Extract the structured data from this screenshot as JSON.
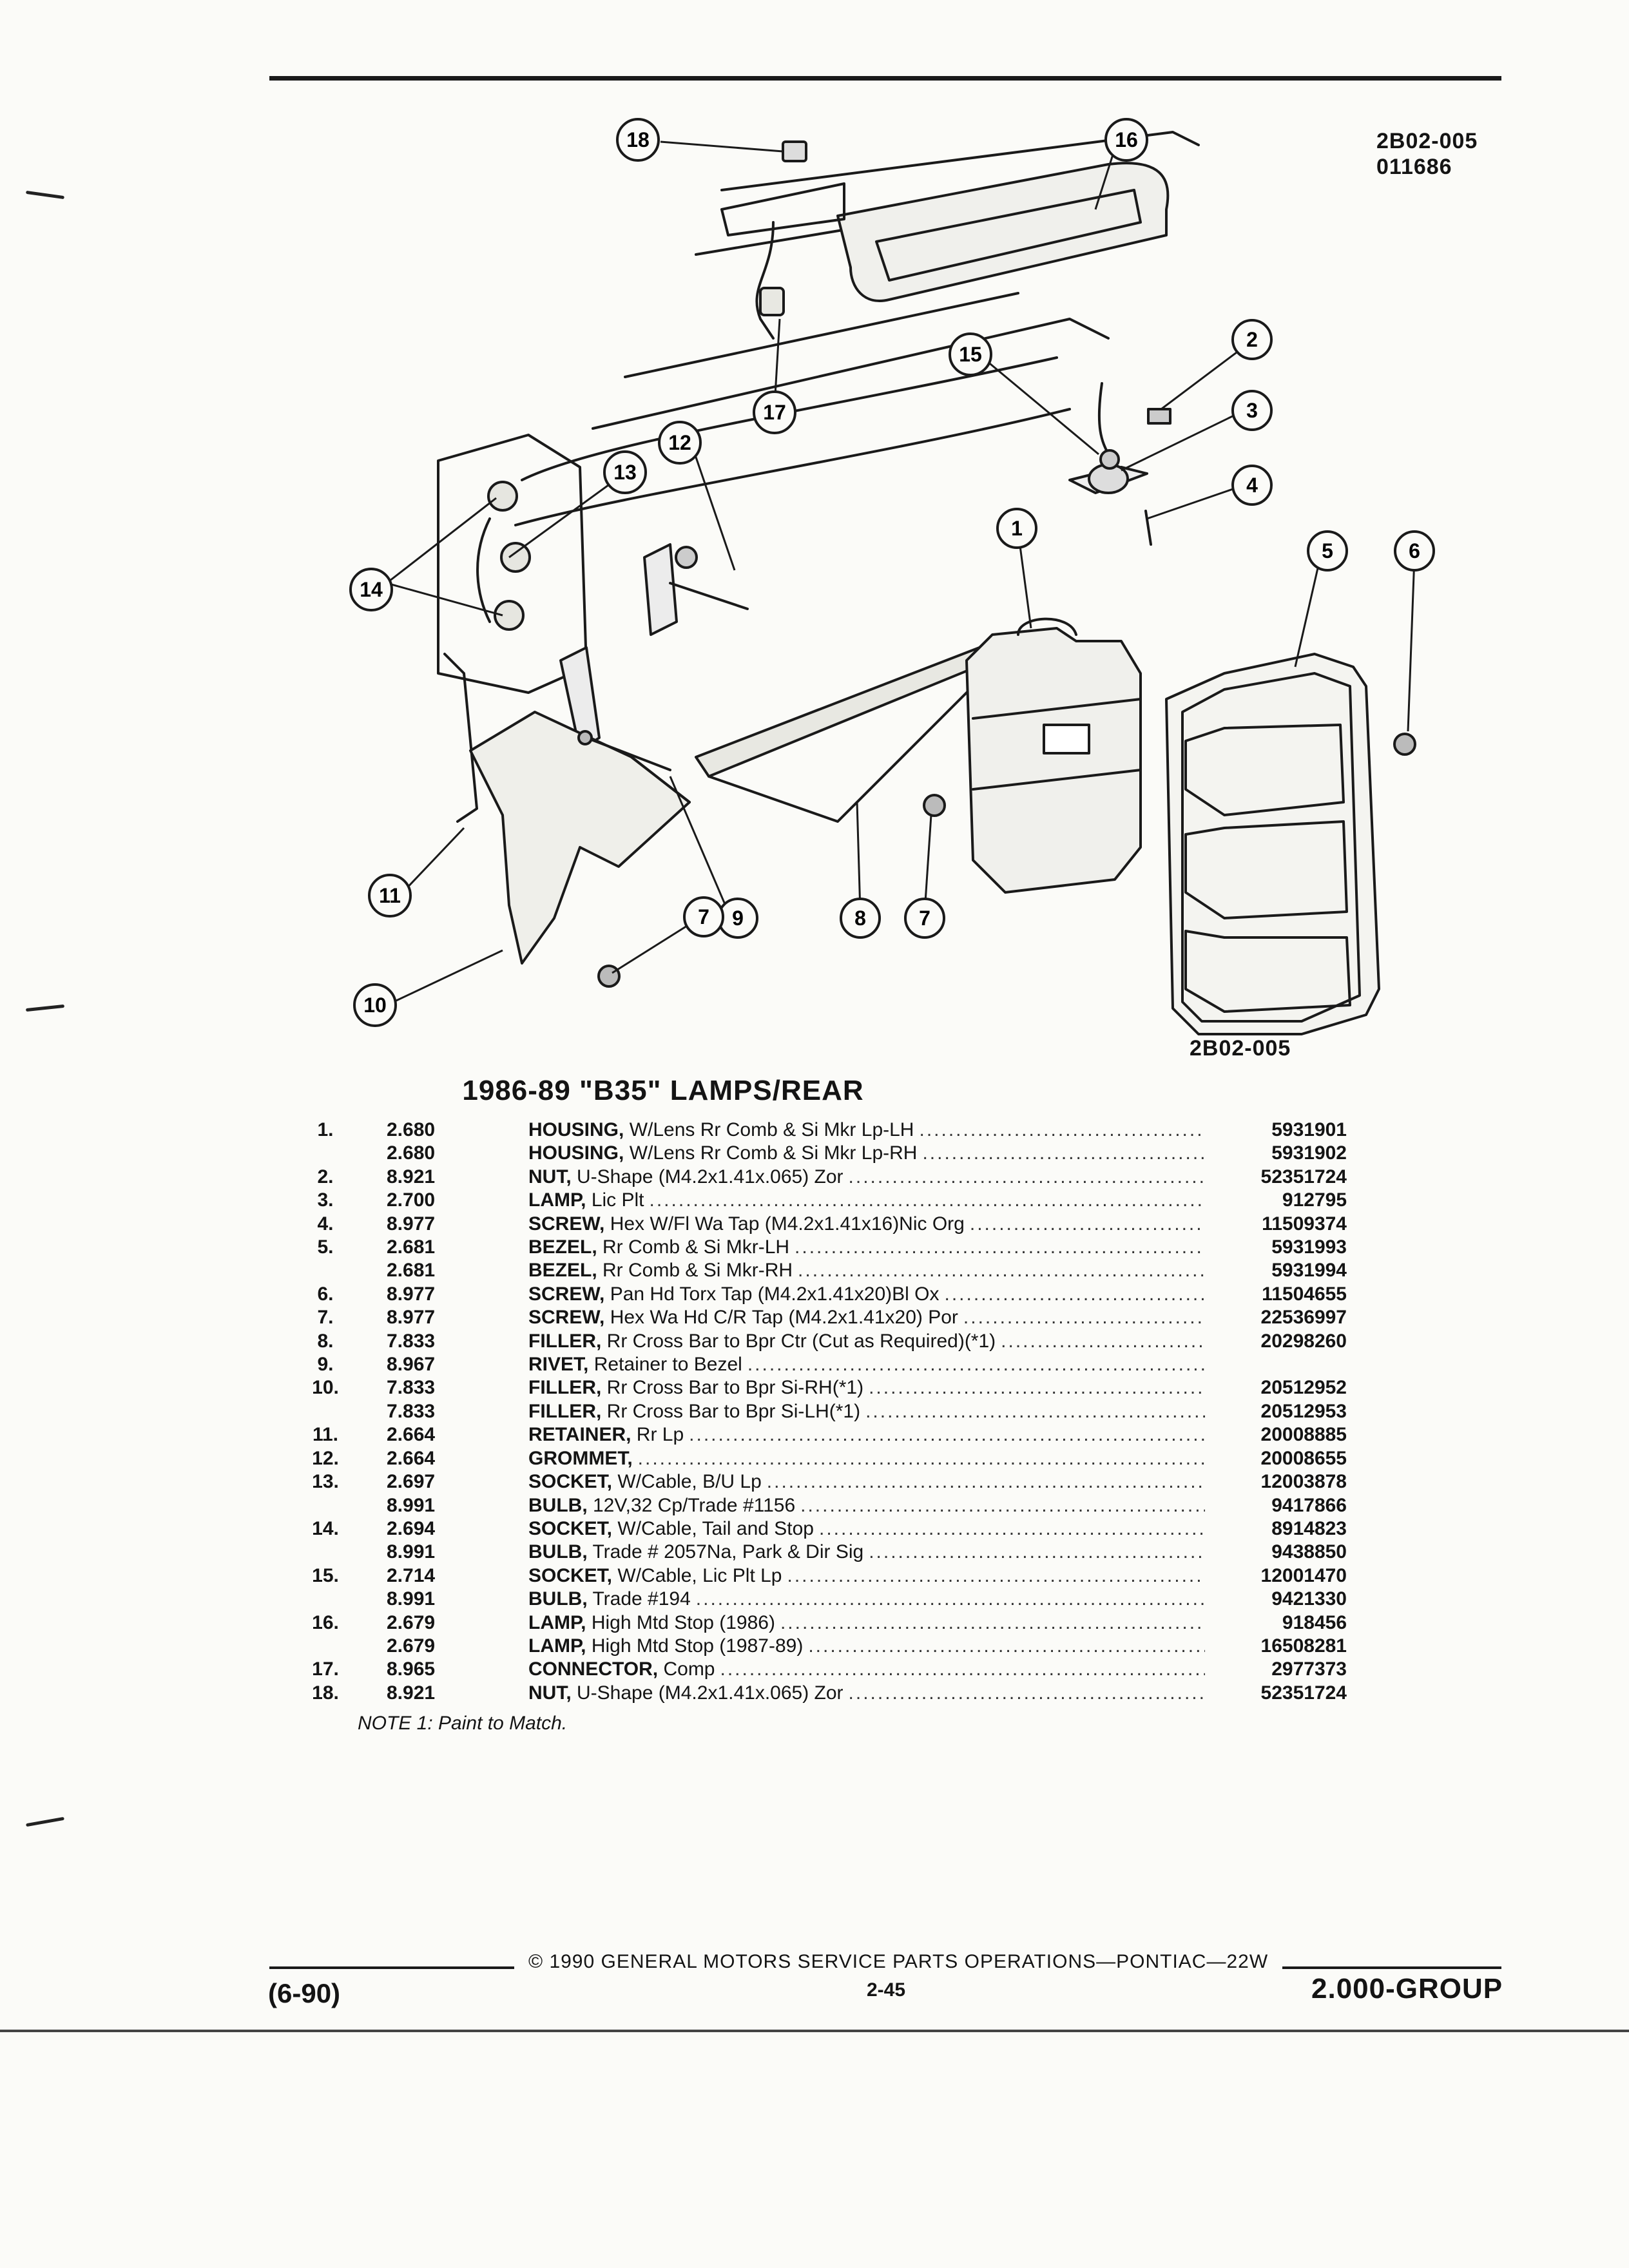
{
  "figure": {
    "code_top": "2B02-005",
    "date_code": "011686",
    "code_bottom": "2B02-005",
    "callouts": [
      "18",
      "16",
      "2",
      "15",
      "3",
      "17",
      "12",
      "4",
      "13",
      "1",
      "14",
      "5",
      "6",
      "11",
      "9",
      "8",
      "7",
      "10"
    ]
  },
  "title": "1986-89 \"B35\" LAMPS/REAR",
  "parts": [
    {
      "idx": "1.",
      "grp": "2.680",
      "name": "HOUSING,",
      "desc": "W/Lens Rr Comb & Si Mkr Lp-LH",
      "num": "5931901"
    },
    {
      "idx": "",
      "grp": "2.680",
      "name": "HOUSING,",
      "desc": "W/Lens Rr Comb & Si Mkr Lp-RH",
      "num": "5931902"
    },
    {
      "idx": "2.",
      "grp": "8.921",
      "name": "NUT,",
      "desc": "U-Shape (M4.2x1.41x.065) Zor",
      "num": "52351724"
    },
    {
      "idx": "3.",
      "grp": "2.700",
      "name": "LAMP,",
      "desc": "Lic Plt",
      "num": "912795"
    },
    {
      "idx": "4.",
      "grp": "8.977",
      "name": "SCREW,",
      "desc": "Hex W/Fl Wa Tap (M4.2x1.41x16)Nic Org",
      "num": "11509374"
    },
    {
      "idx": "5.",
      "grp": "2.681",
      "name": "BEZEL,",
      "desc": "Rr Comb & Si Mkr-LH",
      "num": "5931993"
    },
    {
      "idx": "",
      "grp": "2.681",
      "name": "BEZEL,",
      "desc": "Rr Comb & Si Mkr-RH",
      "num": "5931994"
    },
    {
      "idx": "6.",
      "grp": "8.977",
      "name": "SCREW,",
      "desc": "Pan Hd Torx Tap (M4.2x1.41x20)Bl Ox",
      "num": "11504655"
    },
    {
      "idx": "7.",
      "grp": "8.977",
      "name": "SCREW,",
      "desc": "Hex Wa Hd C/R Tap (M4.2x1.41x20) Por",
      "num": "22536997"
    },
    {
      "idx": "8.",
      "grp": "7.833",
      "name": "FILLER,",
      "desc": "Rr Cross Bar to Bpr Ctr (Cut as Required)(*1)",
      "num": "20298260"
    },
    {
      "idx": "9.",
      "grp": "8.967",
      "name": "RIVET,",
      "desc": "Retainer to Bezel",
      "num": ""
    },
    {
      "idx": "10.",
      "grp": "7.833",
      "name": "FILLER,",
      "desc": "Rr Cross Bar to Bpr Si-RH(*1)",
      "num": "20512952"
    },
    {
      "idx": "",
      "grp": "7.833",
      "name": "FILLER,",
      "desc": "Rr Cross Bar to Bpr Si-LH(*1)",
      "num": "20512953"
    },
    {
      "idx": "11.",
      "grp": "2.664",
      "name": "RETAINER,",
      "desc": "Rr Lp",
      "num": "20008885"
    },
    {
      "idx": "12.",
      "grp": "2.664",
      "name": "GROMMET,",
      "desc": "",
      "num": "20008655"
    },
    {
      "idx": "13.",
      "grp": "2.697",
      "name": "SOCKET,",
      "desc": "W/Cable, B/U Lp",
      "num": "12003878"
    },
    {
      "idx": "",
      "grp": "8.991",
      "name": "BULB,",
      "desc": "12V,32 Cp/Trade #1156",
      "num": "9417866"
    },
    {
      "idx": "14.",
      "grp": "2.694",
      "name": "SOCKET,",
      "desc": "W/Cable, Tail and Stop",
      "num": "8914823"
    },
    {
      "idx": "",
      "grp": "8.991",
      "name": "BULB,",
      "desc": "Trade # 2057Na, Park & Dir Sig",
      "num": "9438850"
    },
    {
      "idx": "15.",
      "grp": "2.714",
      "name": "SOCKET,",
      "desc": "W/Cable, Lic Plt Lp",
      "num": "12001470"
    },
    {
      "idx": "",
      "grp": "8.991",
      "name": "BULB,",
      "desc": "Trade #194",
      "num": "9421330"
    },
    {
      "idx": "16.",
      "grp": "2.679",
      "name": "LAMP,",
      "desc": "High Mtd Stop (1986)",
      "num": "918456"
    },
    {
      "idx": "",
      "grp": "2.679",
      "name": "LAMP,",
      "desc": "High Mtd Stop (1987-89)",
      "num": "16508281"
    },
    {
      "idx": "17.",
      "grp": "8.965",
      "name": "CONNECTOR,",
      "desc": "Comp",
      "num": "2977373"
    },
    {
      "idx": "18.",
      "grp": "8.921",
      "name": "NUT,",
      "desc": "U-Shape (M4.2x1.41x.065) Zor",
      "num": "52351724"
    }
  ],
  "note": "NOTE 1: Paint to Match.",
  "footer": {
    "copyright": "© 1990 GENERAL MOTORS SERVICE PARTS OPERATIONS—PONTIAC—22W",
    "page": "2-45",
    "date": "(6-90)",
    "group": "2.000-GROUP"
  }
}
